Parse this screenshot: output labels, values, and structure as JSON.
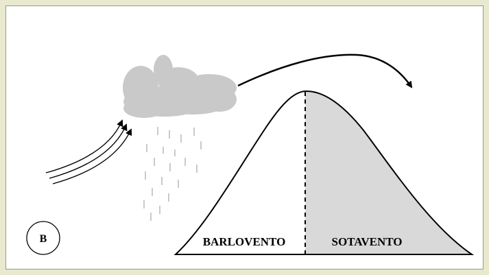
{
  "diagram": {
    "marker_label": "B",
    "windward_label": "BARLOVENTO",
    "leeward_label": "SOTAVENTO"
  },
  "colors": {
    "page_background": "#e8e9cf",
    "panel_background": "#ffffff",
    "cloud": "#c9c9c9",
    "rain": "#b8b8b8",
    "leeward_fill": "#d9d9d9",
    "stroke": "#000000"
  },
  "icons": [
    "cloud-icon",
    "rain-icon",
    "wind-arrows-icon",
    "airflow-arrow-icon"
  ]
}
